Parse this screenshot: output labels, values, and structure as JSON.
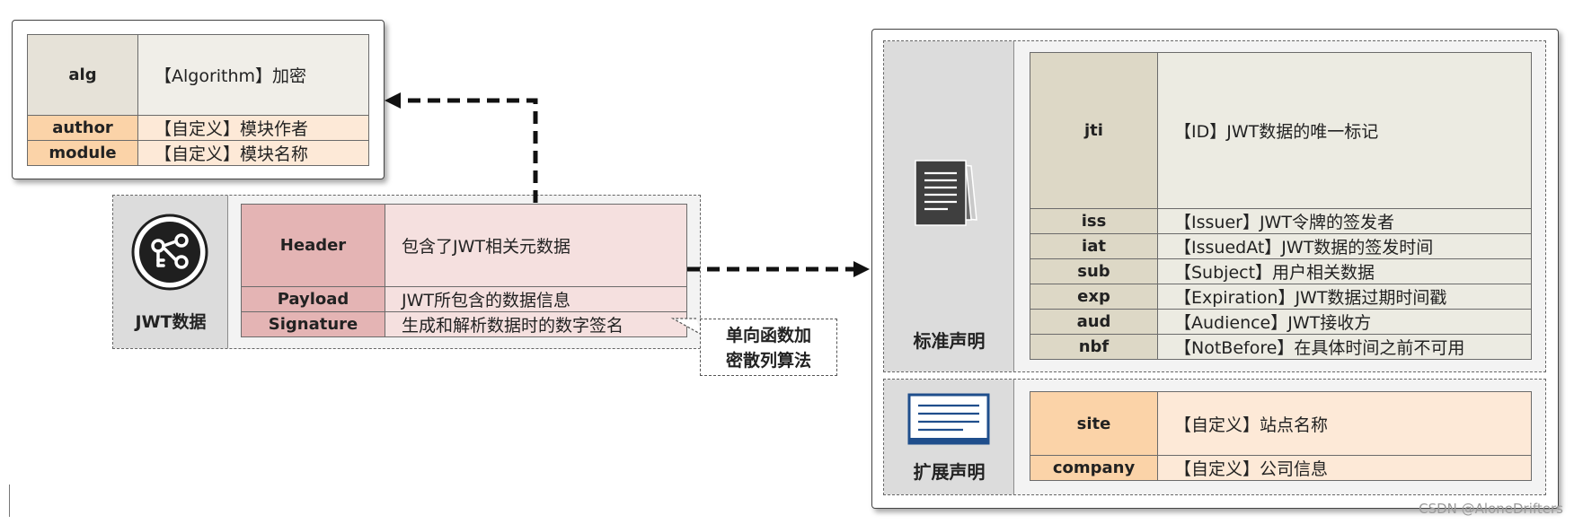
{
  "header_table": {
    "rows": [
      {
        "key": "alg",
        "value": "【Algorithm】加密"
      },
      {
        "key": "author",
        "value": "【自定义】模块作者"
      },
      {
        "key": "module",
        "value": "【自定义】模块名称"
      }
    ]
  },
  "jwt_box": {
    "label": "JWT数据",
    "rows": [
      {
        "key": "Header",
        "value": "包含了JWT相关元数据"
      },
      {
        "key": "Payload",
        "value": "JWT所包含的数据信息"
      },
      {
        "key": "Signature",
        "value": "生成和解析数据时的数字签名"
      }
    ]
  },
  "callout": {
    "line1": "单向函数加",
    "line2": "密散列算法"
  },
  "standard_claims": {
    "label": "标准声明",
    "rows": [
      {
        "key": "jti",
        "value": "【ID】JWT数据的唯一标记"
      },
      {
        "key": "iss",
        "value": "【Issuer】JWT令牌的签发者"
      },
      {
        "key": "iat",
        "value": "【IssuedAt】JWT数据的签发时间"
      },
      {
        "key": "sub",
        "value": "【Subject】用户相关数据"
      },
      {
        "key": "exp",
        "value": "【Expiration】JWT数据过期时间戳"
      },
      {
        "key": "aud",
        "value": "【Audience】JWT接收方"
      },
      {
        "key": "nbf",
        "value": "【NotBefore】在具体时间之前不可用"
      }
    ]
  },
  "extended_claims": {
    "label": "扩展声明",
    "rows": [
      {
        "key": "site",
        "value": "【自定义】站点名称"
      },
      {
        "key": "company",
        "value": "【自定义】公司信息"
      }
    ]
  },
  "watermark": "CSDN @AloneDrifters",
  "icons": {
    "jwt": "key-network-icon",
    "standard": "documents-stack-icon",
    "extended": "text-card-icon"
  }
}
